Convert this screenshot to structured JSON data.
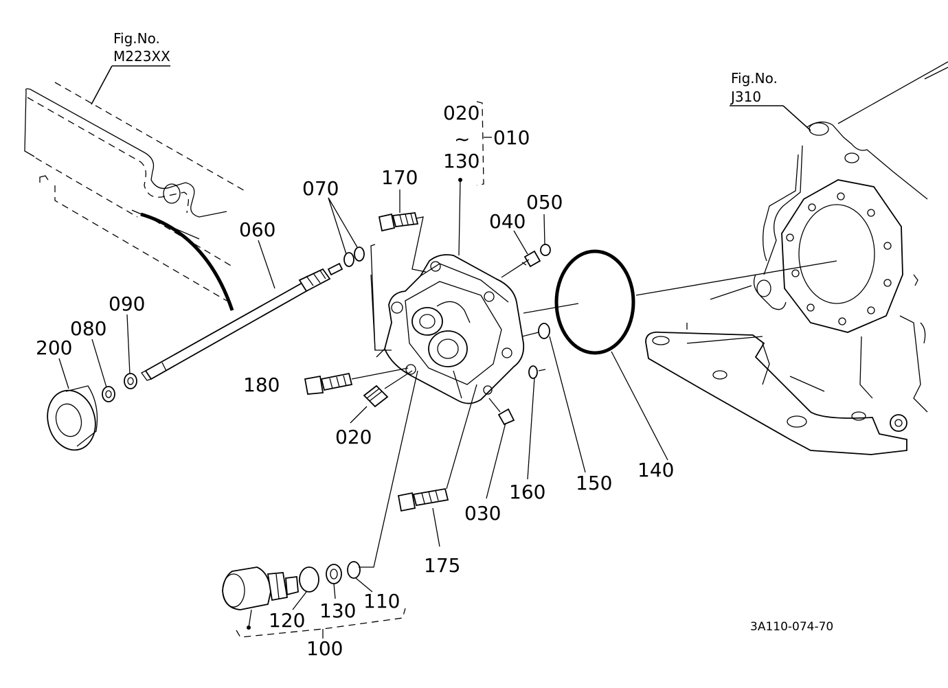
{
  "figure_refs": {
    "left": {
      "line1": "Fig.No.",
      "line2": "M223XX"
    },
    "right": {
      "line1": "Fig.No.",
      "line2": "J310"
    }
  },
  "assembly": {
    "range_top": "020",
    "range_tilde": "~",
    "range_bottom": "130",
    "assembly_no": "010"
  },
  "parts": {
    "p020": "020",
    "p030": "030",
    "p040": "040",
    "p050": "050",
    "p060": "060",
    "p070": "070",
    "p080": "080",
    "p090": "090",
    "p100": "100",
    "p110": "110",
    "p120": "120",
    "p130": "130",
    "p140": "140",
    "p150": "150",
    "p160": "160",
    "p170": "170",
    "p175": "175",
    "p180": "180",
    "p200": "200"
  },
  "drawing_code": "3A110-074-70"
}
